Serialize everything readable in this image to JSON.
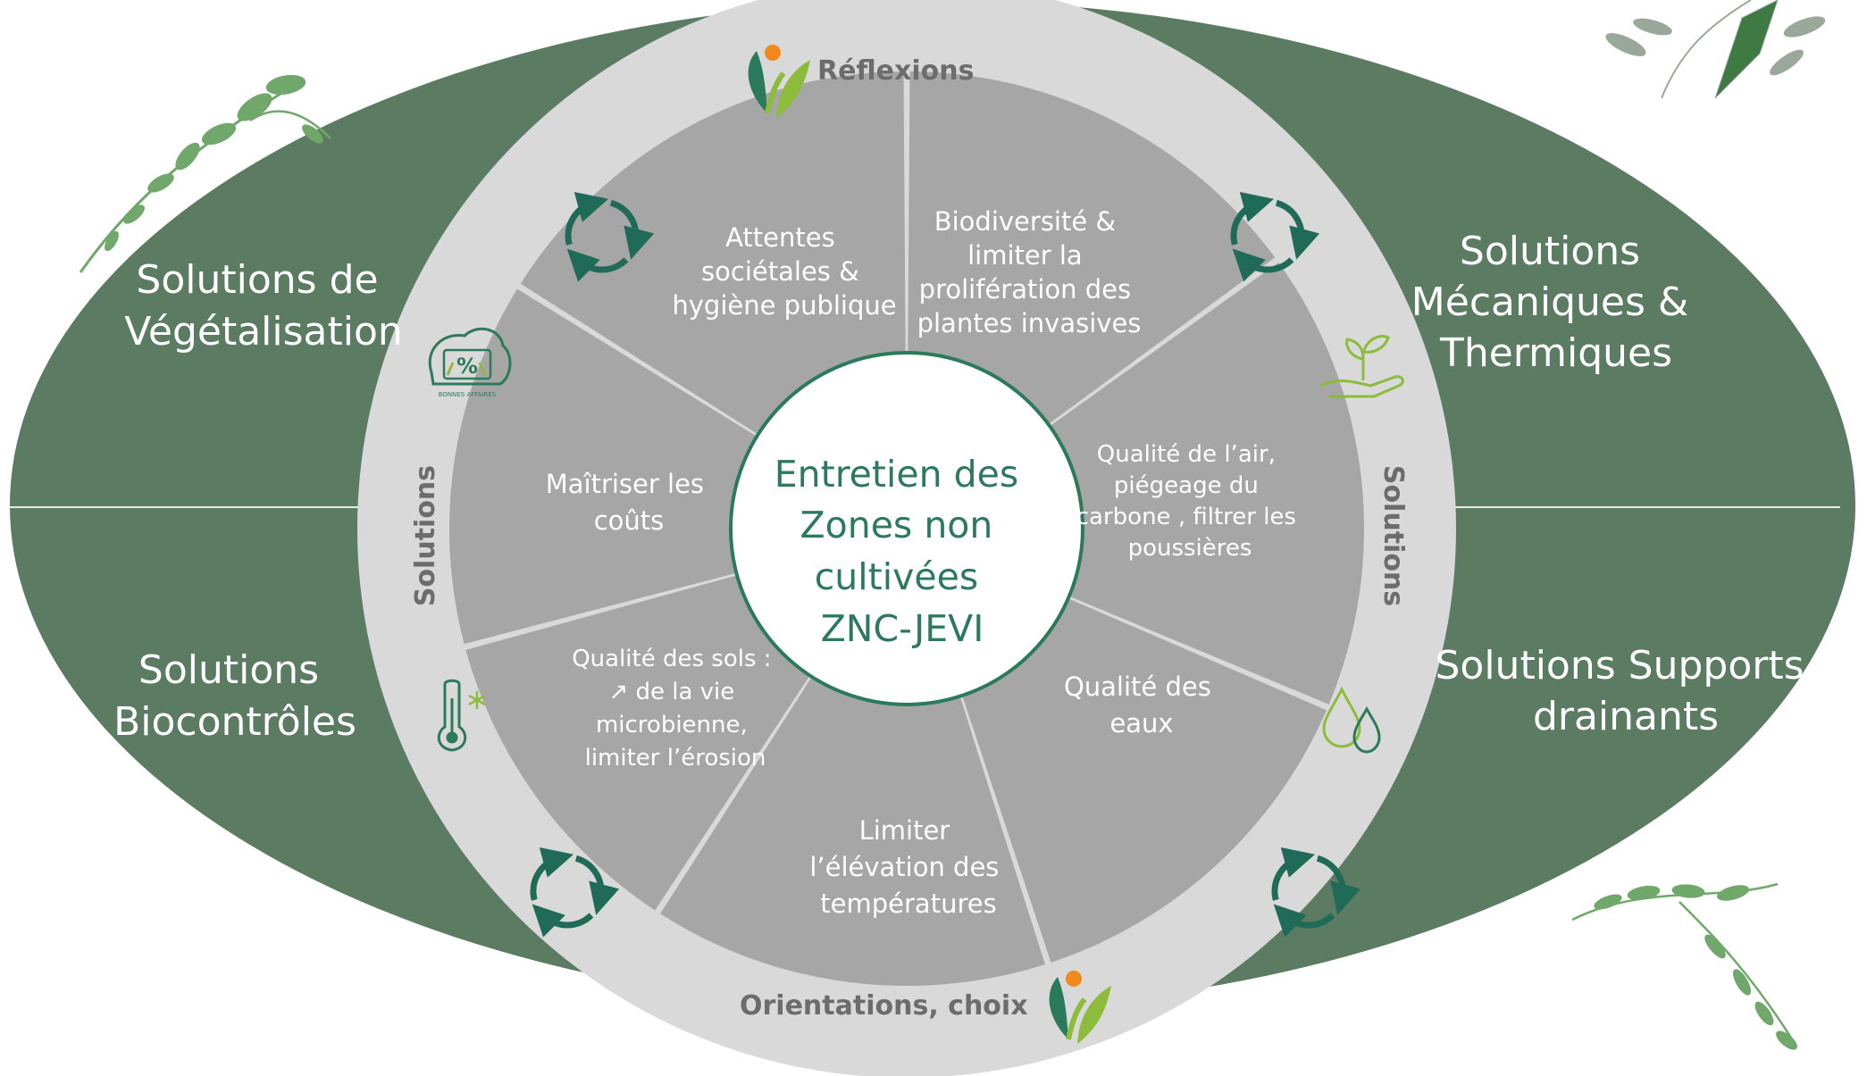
{
  "colors": {
    "ellipse": "#5b7b62",
    "ring": "#d9d9d9",
    "segment": "#a6a6a6",
    "center_text": "#2c7a5c",
    "cycle_icon": "#1f6b58",
    "leaf_accent": "#8dbb3c",
    "orange_accent": "#f08a1c"
  },
  "quadrants": {
    "top_left": [
      "Solutions de",
      "Végétalisation"
    ],
    "top_right": [
      "Solutions",
      "Mécaniques &",
      "Thermiques"
    ],
    "bottom_left": [
      "Solutions",
      "Biocontrôles"
    ],
    "bottom_right": [
      "Solutions Supports",
      "drainants"
    ]
  },
  "ring": {
    "top": "Réflexions",
    "bottom": "Orientations, choix",
    "left": "Solutions",
    "right": "Solutions",
    "badge_caption": "BONNES AFFAIRES"
  },
  "center": [
    "Entretien des",
    "Zones non",
    "cultivées",
    "ZNC-JEVI"
  ],
  "segments": {
    "s1": [
      "Attentes",
      "sociétales &",
      "hygiène publique"
    ],
    "s2": [
      "Biodiversité &",
      "limiter la",
      "prolifération des",
      "plantes invasives"
    ],
    "s3": [
      "Qualité de l’air,",
      "piégeage du",
      "carbone , filtrer les",
      "poussières"
    ],
    "s4": [
      "Qualité des",
      "eaux"
    ],
    "s5": [
      "Limiter",
      "l’élévation des",
      "températures"
    ],
    "s6": [
      "Qualité des sols :",
      "↗ de la vie",
      "microbienne,",
      "limiter l’érosion"
    ],
    "s7": [
      "Maîtriser les",
      "coûts"
    ]
  },
  "icons": {
    "cycle": "recycle-arrows-icon",
    "logo": "leaf-logo-icon",
    "badge": "bonnes-affaires-badge-icon",
    "seedling": "seedling-hand-icon",
    "drops": "water-drops-icon",
    "thermometer": "thermometer-snowflake-icon",
    "foliage": "foliage-branch-icon"
  }
}
